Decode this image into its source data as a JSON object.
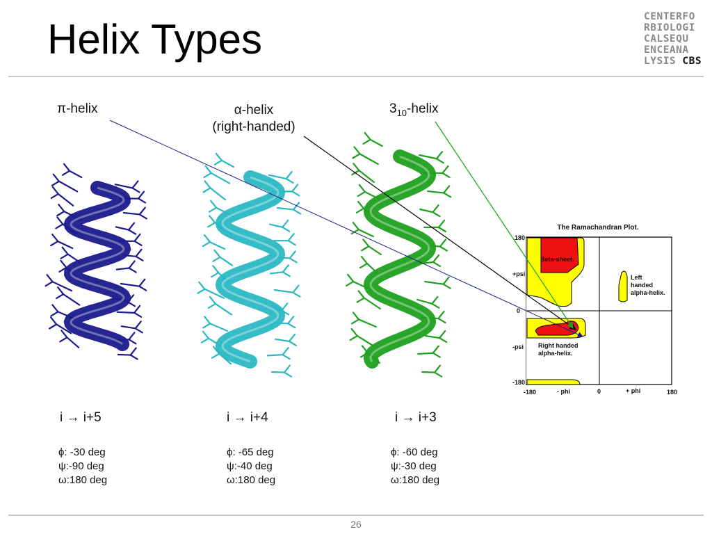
{
  "slide": {
    "title": "Helix Types",
    "page_number": "26"
  },
  "logo": {
    "lines": [
      "CENTERFO",
      "RBIOLOGI",
      "CALSEQU",
      "ENCEANA"
    ],
    "last_line_prefix": "LYSIS",
    "last_line_bold": "CBS"
  },
  "helices": [
    {
      "label_symbol": "π",
      "label_text": "-helix",
      "relation": "i → i+5",
      "phi": "ϕ: -30 deg",
      "psi": "ψ:-90 deg",
      "omega": "ω:180 deg",
      "color": "#1a1a8c"
    },
    {
      "label_symbol": "α",
      "label_text": "-helix",
      "label_line2": "(right-handed)",
      "relation": "i → i+4",
      "phi": "ϕ: -65 deg",
      "psi": "ψ:-40 deg",
      "omega": "ω:180 deg",
      "color": "#2ab8c4"
    },
    {
      "label_symbol": "3",
      "label_sub": "10",
      "label_text": "-helix",
      "relation": "i → i+3",
      "phi": "ϕ: -60 deg",
      "psi": "ψ:-30 deg",
      "omega": "ω:180 deg",
      "color": "#1ea01e"
    }
  ],
  "ramachandran": {
    "title": "The Ramachandran Plot.",
    "y_ticks": [
      "180",
      "+psi",
      "0",
      "-psi",
      "-180"
    ],
    "x_ticks": [
      "-180",
      "- phi",
      "0",
      "+ phi",
      "180"
    ],
    "regions": {
      "beta": "Beta-sheet.",
      "left_helix": [
        "Left",
        "handed",
        "alpha-helix."
      ],
      "right_helix": [
        "Right handed",
        "alpha-helix."
      ]
    },
    "colors": {
      "allowed": "#ffff00",
      "core": "#ee1111",
      "outline": "#000000"
    }
  }
}
